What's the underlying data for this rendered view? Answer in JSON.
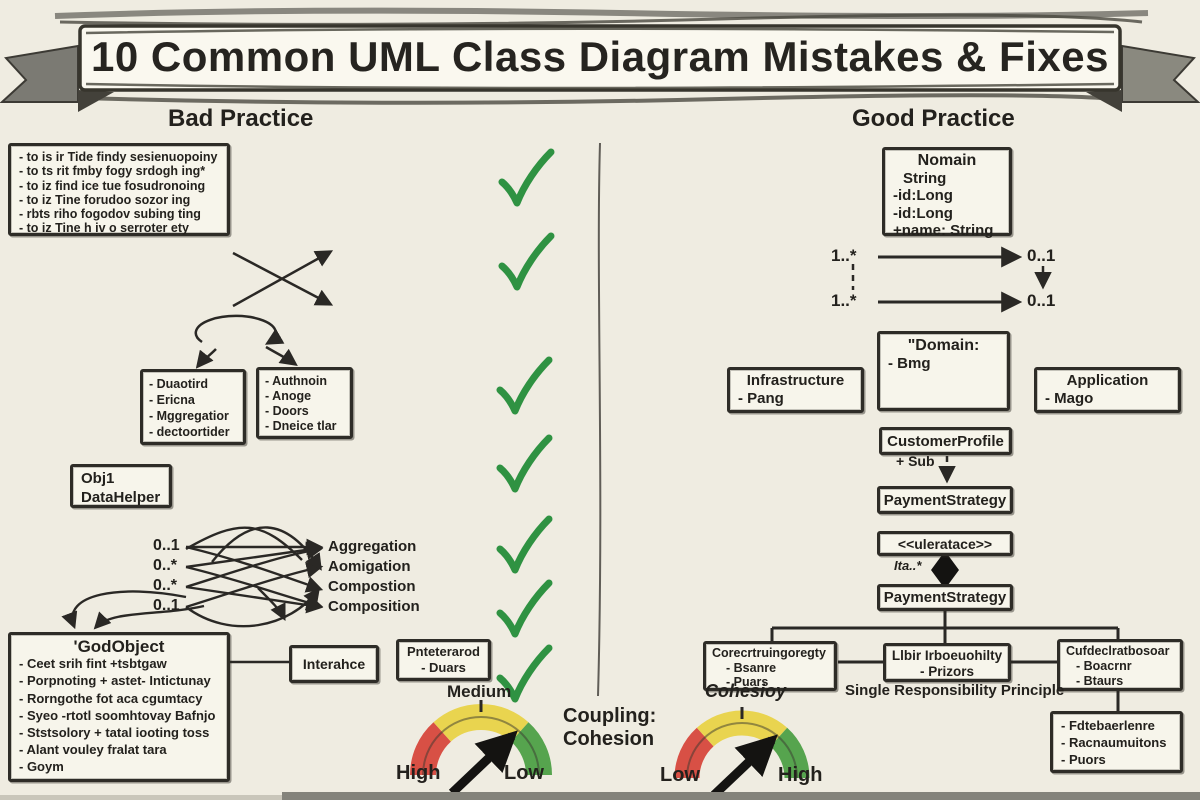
{
  "title": "10 Common UML Class Diagram Mistakes & Fixes",
  "columns": {
    "bad": "Bad Practice",
    "good": "Good Practice"
  },
  "colors": {
    "background": "#efece1",
    "ink": "#2b2923",
    "check_green": "#2f9242",
    "gauge_red": "#d85045",
    "gauge_yellow": "#e9d44f",
    "gauge_green": "#56a44e"
  },
  "bad": {
    "checklist_box": {
      "lines": [
        "- to is ir Tide findy sesienuopoiny",
        "- to ts rit fmby fogy srdogh ing*",
        "- to iz find ice tue fosudronoing",
        "- to iz Tine forudoo sozor ing",
        "- rbts riho fogodov subing ting",
        "- to iz Tine h iv o serroter ety"
      ]
    },
    "pair_box_left": {
      "lines": [
        "- Duaotird",
        "- Ericna",
        "- Mggregatior",
        "- dectoortider"
      ]
    },
    "pair_box_right": {
      "lines": [
        "- Authnoin",
        "- Anoge",
        "- Doors",
        "- Dneice tlar"
      ]
    },
    "helper_box": {
      "lines": [
        "Obj1",
        "DataHelper"
      ]
    },
    "multiplicity_left": [
      "0..1",
      "0..*",
      "0..*",
      "0..1"
    ],
    "relation_labels": [
      "Aggregation",
      "Aomigation",
      "Compostion",
      "Composition"
    ],
    "god_object": {
      "title": "'GodObject",
      "lines": [
        "- Ceet srih fint +tsbtgaw",
        "- Porpnoting + astet- Intictunay",
        "- Rorngothe fot aca cgumtacy",
        "- Syeo -rtotl soomhtovay Bafnjo",
        "- Ststsolory + tatal iooting toss",
        "- Alant vouley fralat tara",
        "- Goym"
      ]
    },
    "interface_box": {
      "label": "Interahce"
    },
    "pattern_box": {
      "lines": [
        "Pnteterarod",
        "- Duars"
      ]
    },
    "gauge": {
      "top": "Medium",
      "left": "High",
      "right": "Low"
    },
    "coupling_label": {
      "line1": "Coupling:",
      "line2": "Cohesion"
    }
  },
  "good": {
    "domain_class": {
      "title": "Nomain",
      "lines": [
        "String",
        "-id:Long",
        "-id:Long",
        "+name: String"
      ]
    },
    "assoc_top": {
      "from": "1..*",
      "to": "0..1"
    },
    "assoc_bottom": {
      "from": "1..*",
      "to": "0..1"
    },
    "domain_box": {
      "title": "\"Domain:",
      "lines": [
        "- Bmg"
      ]
    },
    "infrastructure_box": {
      "title": "Infrastructure",
      "lines": [
        "- Pang"
      ]
    },
    "application_box": {
      "title": "Application",
      "lines": [
        "- Mago"
      ]
    },
    "customer_profile": {
      "label": "CustomerProfile"
    },
    "sub_label": "+ Sub",
    "payment_strategy_top": {
      "label": "PaymentStrategy"
    },
    "stereotype_box": {
      "label": "<<uleratace>>"
    },
    "ita_label": "Ita..*",
    "payment_strategy_bottom": {
      "label": "PaymentStrategy"
    },
    "strategy_left": {
      "title": "Corecrtruingoregty",
      "lines": [
        "- Bsanre",
        "- Puars"
      ]
    },
    "strategy_mid": {
      "title": "Llbir Irboeuohilty",
      "lines": [
        "- Prizors"
      ]
    },
    "strategy_right": {
      "title": "Cufdeclratbosoar",
      "lines": [
        "- Boacrnr",
        "- Btaurs"
      ]
    },
    "notes_box": {
      "lines": [
        "- Fdtebaerlenre",
        "- Racnaumuitons",
        "- Puors"
      ]
    },
    "srp_label": "Single Responsibility Principle",
    "cohesion_label": "Cohesioy",
    "gauge": {
      "left": "Low",
      "right": "High"
    }
  }
}
